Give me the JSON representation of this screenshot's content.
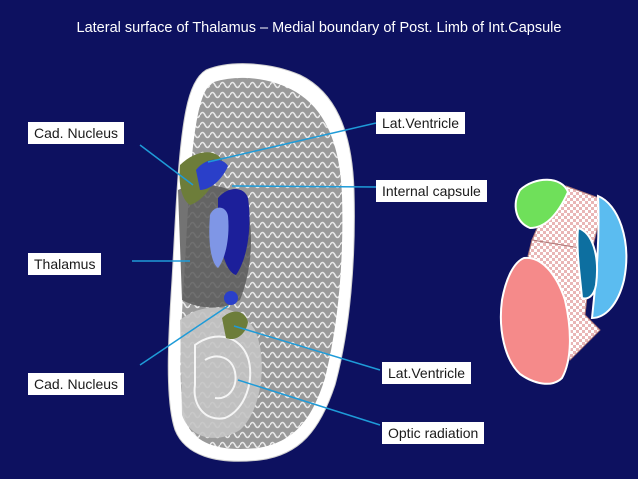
{
  "title": "Lateral surface of Thalamus – Medial boundary of Post. Limb of Int.Capsule",
  "labels": {
    "cad_nucleus_top": "Cad. Nucleus",
    "lat_ventricle_top": "Lat.Ventricle",
    "internal_capsule": "Internal capsule",
    "thalamus": "Thalamus",
    "cad_nucleus_bottom": "Cad. Nucleus",
    "lat_ventricle_bottom": "Lat.Ventricle",
    "optic_radiation": "Optic radiation"
  },
  "colors": {
    "background": "#0d1160",
    "pointer_line": "#1e9bd8",
    "caudate": "#6d7d3a",
    "ventricle": "#2a3fc9",
    "putamen_light": "#7f96e6",
    "thalamus_region": "#555555",
    "capsule_check": "#f3d9d9",
    "green_region": "#6fe05a",
    "blue_region": "#5bbcf0",
    "teal_region": "#0d6fa0",
    "salmon_region": "#f58a8a"
  }
}
